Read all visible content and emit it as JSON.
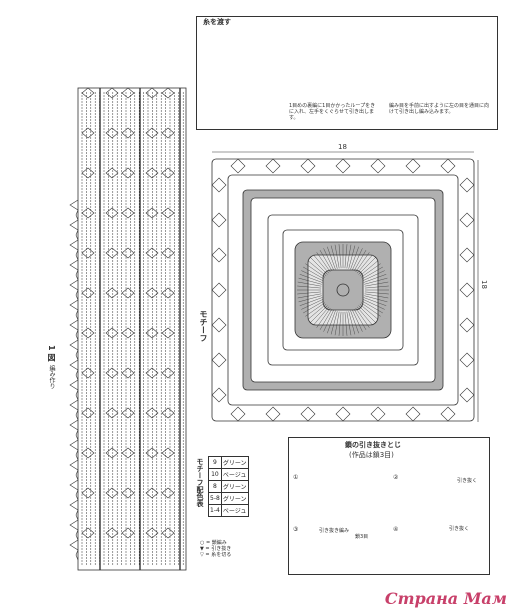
{
  "top_box": {
    "title": "糸を渡す",
    "caption": "1目めの裏編に1目かかったループをきに入れ、左手をくぐらせて引き出します。",
    "caption2": "編み目を手前に出すように左の目を通目に向けて引き出し編み込みます。"
  },
  "left_strip": {
    "label_main": "1 図",
    "label_sub": "編み作り"
  },
  "motif": {
    "dimension_top": "18",
    "dimension_right": "18",
    "label": "モチーフ"
  },
  "legend": {
    "title": "モチーフ配色表",
    "rows": [
      {
        "row": "9",
        "color": "グリーン"
      },
      {
        "row": "10",
        "color": "ベージュ"
      },
      {
        "row": "8",
        "color": "グリーン"
      },
      {
        "row": "5-8",
        "color": "グリーン"
      },
      {
        "row": "1-4",
        "color": "ベージュ"
      }
    ],
    "symbols": [
      "○ = 鎖編み",
      "▼ = 引き抜き",
      "▽ = 糸を切る"
    ]
  },
  "bottom_box": {
    "title": "鎖の引き抜きとじ",
    "subtitle": "(作品は鎖3目)",
    "step_labels": [
      "①",
      "②",
      "③",
      "④"
    ],
    "notes": [
      "引き抜く",
      "引き抜き編み",
      "鎖3目",
      "引き抜く"
    ]
  },
  "watermark": "Страна Мам",
  "colors": {
    "line": "#333333",
    "shade": "#b0b0b0",
    "accent": "#c8406a"
  }
}
